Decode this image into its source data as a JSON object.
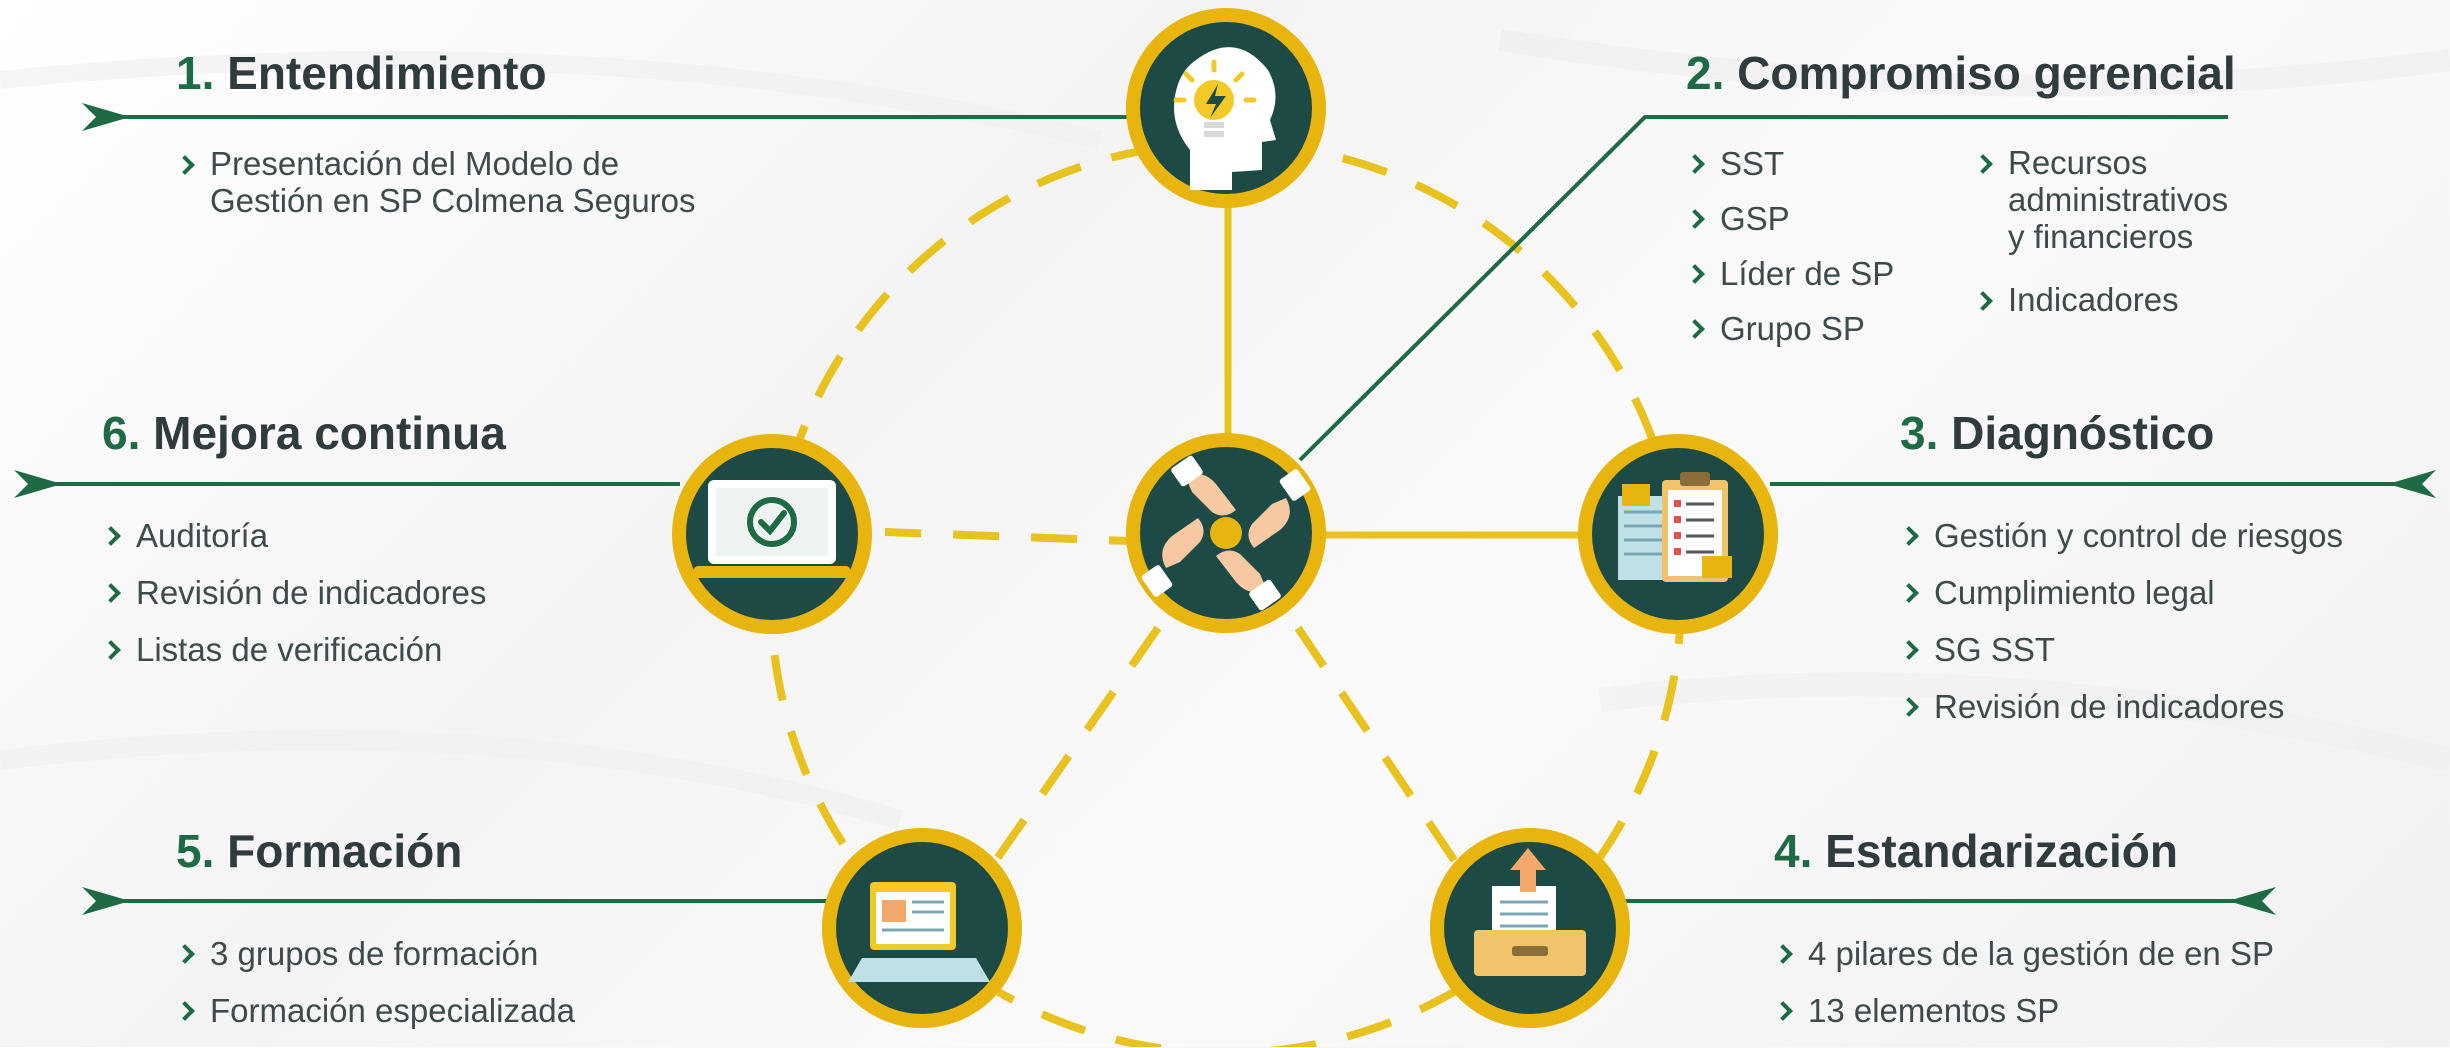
{
  "colors": {
    "green": "#1e6a45",
    "dark_teal": "#1d4a44",
    "gold": "#e8b50f",
    "text": "#3f4a4b"
  },
  "steps": [
    {
      "num": "1.",
      "title": "Entendimiento",
      "items": [
        "Presentación del Modelo de",
        "Gestión en SP Colmena Seguros"
      ],
      "icon": "lightbulb-head-icon"
    },
    {
      "num": "2.",
      "title": "Compromiso gerencial",
      "items_left": [
        "SST",
        "GSP",
        "Líder de SP",
        "Grupo SP"
      ],
      "items_right": [
        "Recursos",
        "administrativos",
        "y financieros",
        "Indicadores"
      ]
    },
    {
      "num": "3.",
      "title": "Diagnóstico",
      "items": [
        "Gestión y control de riesgos",
        "Cumplimiento legal",
        "SG SST",
        "Revisión de indicadores"
      ],
      "icon": "clipboard-checklist-icon"
    },
    {
      "num": "4.",
      "title": "Estandarización",
      "items": [
        "4 pilares de la gestión de en SP",
        "13 elementos SP"
      ],
      "icon": "archive-upload-icon"
    },
    {
      "num": "5.",
      "title": "Formación",
      "items": [
        "3 grupos de formación",
        "Formación especializada"
      ],
      "icon": "laptop-document-icon"
    },
    {
      "num": "6.",
      "title": "Mejora continua",
      "items": [
        "Auditoría",
        "Revisión de indicadores",
        "Listas de verificación"
      ],
      "icon": "monitor-check-icon"
    }
  ],
  "center_icon": "handshake-circle-icon"
}
